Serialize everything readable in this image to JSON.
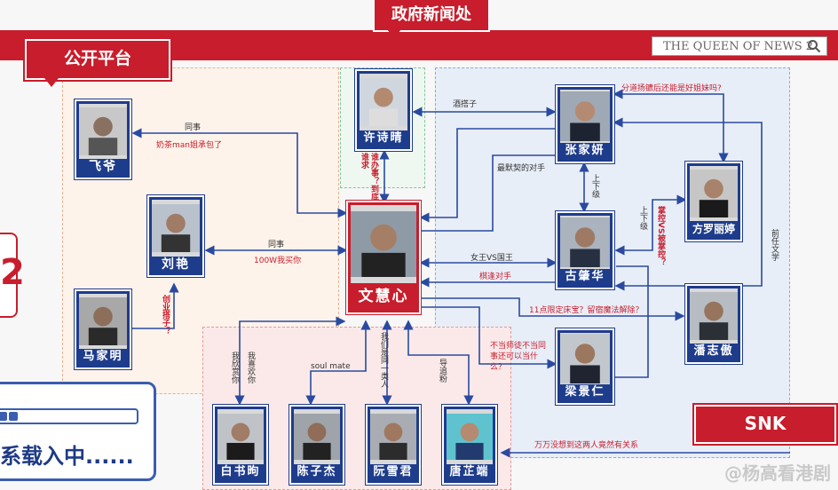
{
  "header": {
    "gov_tab": "政府新闻处",
    "search_text": "THE QUEEN OF NEWS 2",
    "public_tab": "公开平台",
    "snk_tab": "SNK"
  },
  "left_panel": {
    "note_number": "2",
    "loading_text": "系载入中......"
  },
  "characters": {
    "fei_ye": "飞爷",
    "liu_yan": "刘艳",
    "ma_jiaming": "马家明",
    "xu_shiqing": "许诗晴",
    "wen_huixin": "文慧心",
    "zhang_jiayan": "张家妍",
    "fang_luolijing": "方罗丽婷",
    "gu_zhaohua": "古肇华",
    "pan_zhiao": "潘志傲",
    "liang_jingren": "梁景仁",
    "bai_shuxu": "白书昫",
    "chen_zijie": "陈子杰",
    "ruan_xuejun": "阮雪君",
    "tang_zhiduan": "唐芷端"
  },
  "relations": {
    "feiye_colleague": "同事",
    "feiye_note": "奶茶man姐承包了",
    "liuyan_colleague": "同事",
    "liuyan_note": "100W我买你",
    "majiaming_note": "创业搭子？",
    "xushiqing_note": "谁办事？到底谁求",
    "drinking_buddy": "酒搭子",
    "familiar_rival": "最默契的对手",
    "zhang_gu": "上下级",
    "fang_gu_rank": "上下级",
    "fang_gu_control": "掌控VS被掌控？",
    "queen_king": "女王VS国王",
    "rival": "棋逢对手",
    "zhang_fang": "分道扬镳后还能是好姐妹吗?",
    "former_boss": "前任文学",
    "pan_note": "11点限定床宝？留宿魔法解除？",
    "liang_note": "不当师徒不当同事还可以当什么？",
    "tang_note": "万万没想到这两人竟然有关系",
    "bai_note1": "我欣赏你",
    "bai_note2": "我喜欢你",
    "chen_note": "soul mate",
    "ruan_note": "我们是同一类人",
    "tang_mentor": "导追粉"
  },
  "watermark": "@杨高看港剧",
  "colors": {
    "brand_red": "#c81d2c",
    "card_blue": "#1e3c8c"
  }
}
